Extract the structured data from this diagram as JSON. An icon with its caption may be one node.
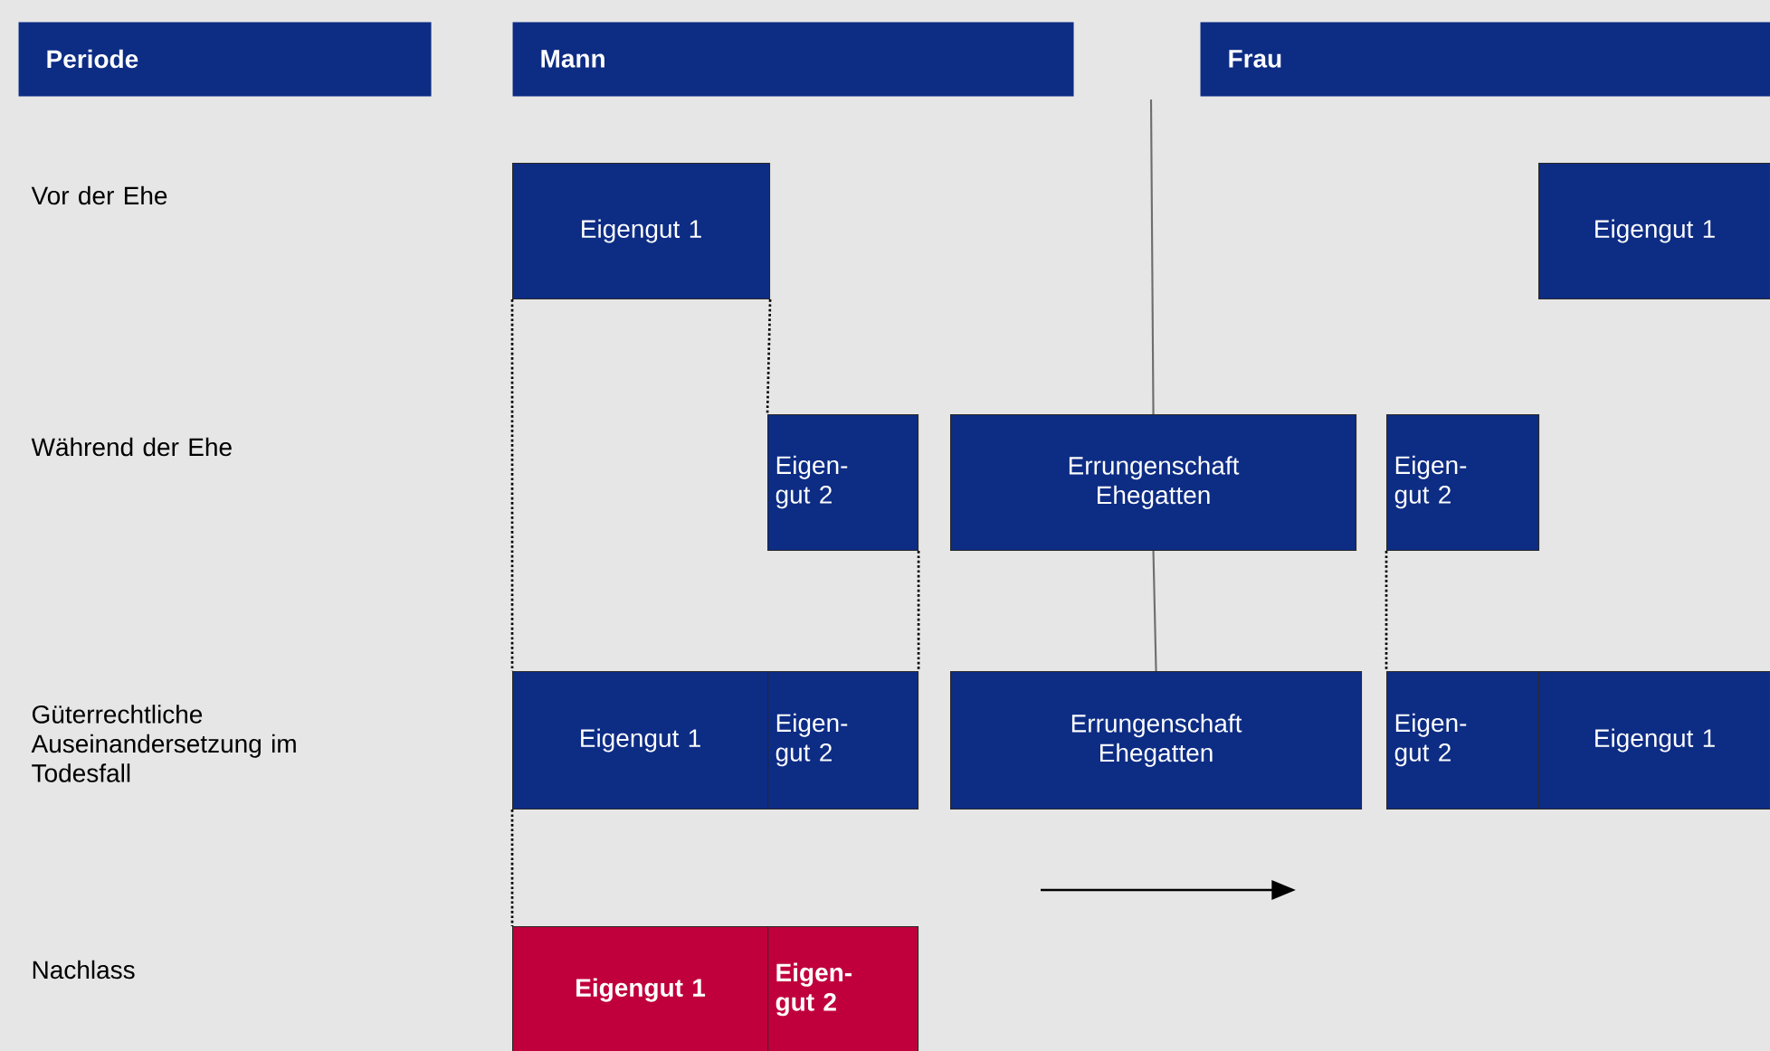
{
  "diagram": {
    "nodes": [
      {
        "text": [
          "Periode"
        ]
      },
      {
        "text": [
          "Mann"
        ]
      },
      {
        "text": [
          "Frau"
        ]
      },
      {
        "text": [
          "Eigengut 1"
        ]
      },
      {
        "text": [
          "Eigen- gut 2"
        ]
      },
      {
        "text": [
          "Errungenschaft Ehegatten"
        ]
      },
      {
        "text": [
          "Eigen- gut 2"
        ]
      },
      {
        "text": [
          "Eigengut 1"
        ]
      },
      {
        "text": [
          "Eigengut 1"
        ]
      },
      {
        "text": [
          "Eigen- gut 2"
        ]
      },
      {
        "text": [
          "Errungenschaft Ehegatten"
        ]
      },
      {
        "text": [
          "Eigen- gut 2"
        ]
      },
      {
        "text": [
          "Eigengut 1"
        ]
      },
      {
        "text": [
          "Eigengut 1"
        ]
      },
      {
        "text": [
          "Eigen- gut 2"
        ]
      }
    ],
    "edges": [
      {
        "from": null,
        "to": 5,
        "arrow": "none",
        "color": "#6e6e6e"
      },
      {
        "from": 5,
        "to": 10,
        "arrow": "none",
        "color": "#6e6e6e"
      },
      {
        "from": 3,
        "to": 8,
        "arrow": "none",
        "style": "dashed"
      },
      {
        "from": 3,
        "to": 4,
        "arrow": "none",
        "style": "dashed"
      },
      {
        "from": 4,
        "to": 9,
        "arrow": "none",
        "style": "dashed"
      },
      {
        "from": 8,
        "to": 13,
        "arrow": "none",
        "style": "dashed"
      },
      {
        "from": 6,
        "to": 11,
        "arrow": "none",
        "style": "dashed"
      }
    ],
    "labels": [
      "Vor der Ehe",
      "Während der Ehe",
      "Güterrechtliche Auseinandersetzung im Todesfall",
      "Nachlass"
    ]
  }
}
